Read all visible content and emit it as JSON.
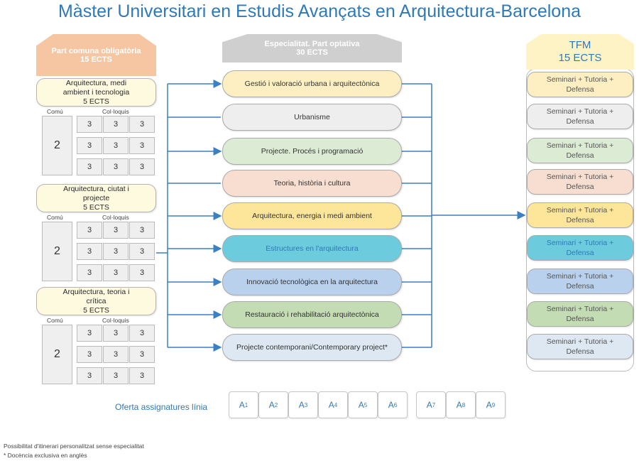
{
  "title": "Màster Universitari en Estudis Avançats en Arquitectura-Barcelona",
  "common": {
    "header_line1": "Part comuna obligatòria",
    "header_line2": "15 ECTS",
    "modules": [
      {
        "name_line1": "Arquitectura, medi",
        "name_line2": "ambient i tecnologia",
        "ects": "5 ECTS",
        "comu_label": "Comú",
        "col_label": "Col·loquis",
        "comu_value": "2",
        "rows": [
          [
            "3",
            "3",
            "3"
          ],
          [
            "3",
            "3",
            "3"
          ],
          [
            "3",
            "3",
            "3"
          ]
        ]
      },
      {
        "name_line1": "Arquitectura, ciutat i",
        "name_line2": "projecte",
        "ects": "5 ECTS",
        "comu_label": "Comú",
        "col_label": "Col·loquis",
        "comu_value": "2",
        "rows": [
          [
            "3",
            "3",
            "3"
          ],
          [
            "3",
            "3",
            "3"
          ],
          [
            "3",
            "3",
            "3"
          ]
        ]
      },
      {
        "name_line1": "Arquitectura, teoria i",
        "name_line2": "crítica",
        "ects": "5 ECTS",
        "comu_label": "Comú",
        "col_label": "Col·loquis",
        "comu_value": "2",
        "rows": [
          [
            "3",
            "3",
            "3"
          ],
          [
            "3",
            "3",
            "3"
          ],
          [
            "3",
            "3",
            "3"
          ]
        ]
      }
    ]
  },
  "specialty": {
    "header_line1": "Especialitat. Part optativa",
    "header_line2": "30 ECTS",
    "items": [
      {
        "label": "Gestió i valoració urbana i arquitectònica",
        "color": "#fdefc2"
      },
      {
        "label": "Urbanisme",
        "color": "#eeeeee"
      },
      {
        "label": "Projecte. Procés i programació",
        "color": "#dcebd4"
      },
      {
        "label": "Teoria, història i cultura",
        "color": "#f8ded0"
      },
      {
        "label": "Arquitectura, energia i medi ambient",
        "color": "#fde69a"
      },
      {
        "label": "Estructures en l'arquitectura",
        "color": "#6ccbdc"
      },
      {
        "label": "Innovació tecnològica en la arquitectura",
        "color": "#b9d1ed"
      },
      {
        "label": "Restauració i rehabilitació arquitectònica",
        "color": "#c3dcb3"
      },
      {
        "label": "Projecte contemporani/Contemporary project*",
        "color": "#dde8f3"
      }
    ]
  },
  "tfm": {
    "header_line1": "TFM",
    "header_line2": "15 ECTS",
    "items": [
      {
        "line1": "Seminari + Tutoria +",
        "line2": "Defensa",
        "color": "#fdefc2"
      },
      {
        "line1": "Seminari + Tutoria +",
        "line2": "Defensa",
        "color": "#eeeeee"
      },
      {
        "line1": "Seminari + Tutoria +",
        "line2": "Defensa",
        "color": "#dcebd4"
      },
      {
        "line1": "Seminari + Tutoria +",
        "line2": "Defensa",
        "color": "#f8ded0"
      },
      {
        "line1": "Seminari + Tutoria +",
        "line2": "Defensa",
        "color": "#fde69a"
      },
      {
        "line1": "Seminari + Tutoria +",
        "line2": "Defensa",
        "color": "#6ccbdc"
      },
      {
        "line1": "Seminari + Tutoria +",
        "line2": "Defensa",
        "color": "#b9d1ed"
      },
      {
        "line1": "Seminari + Tutoria +",
        "line2": "Defensa",
        "color": "#c3dcb3"
      },
      {
        "line1": "Seminari + Tutoria +",
        "line2": "Defensa",
        "color": "#dde8f3"
      }
    ]
  },
  "offer": {
    "label": "Oferta assignatures línia",
    "items": [
      {
        "base": "A",
        "sub": "1"
      },
      {
        "base": "A",
        "sub": "2"
      },
      {
        "base": "A",
        "sub": "3"
      },
      {
        "base": "A",
        "sub": "4"
      },
      {
        "base": "A",
        "sub": "5"
      },
      {
        "base": "A",
        "sub": "6"
      },
      {
        "base": "A",
        "sub": "7"
      },
      {
        "base": "A",
        "sub": "8"
      },
      {
        "base": "A",
        "sub": "9"
      }
    ]
  },
  "footnotes": {
    "line1": "Possibilitat d'itinerari personalitzat sense especialitat",
    "line2": "* Docència exclusiva en anglès"
  },
  "colors": {
    "title": "#2e79b8",
    "arrow": "#3b7fc4",
    "common_header": "#f6c6a3",
    "specialty_header": "#cfcfcf",
    "tfm_header": "#fdf3c4",
    "module_fill": "#fdfae0"
  }
}
